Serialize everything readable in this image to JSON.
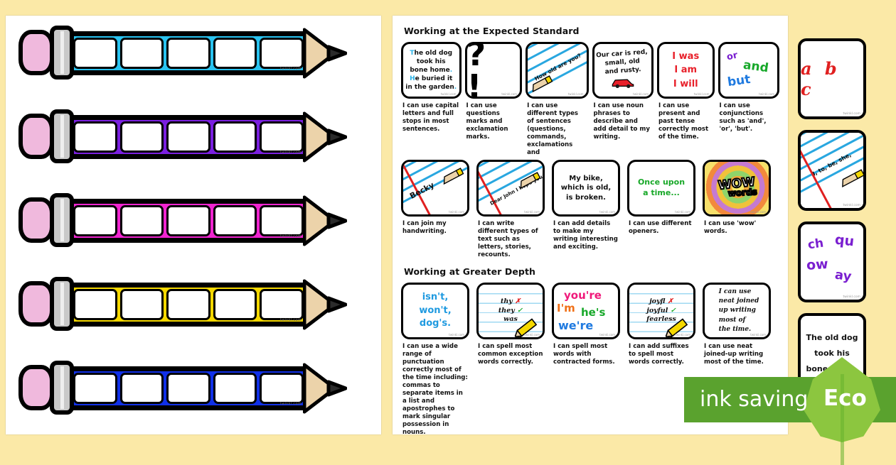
{
  "page": {
    "background_color": "#fbe9a7"
  },
  "pencil_sheet": {
    "name": "pencil-template-sheet",
    "watermark": "twinkl.com",
    "pencils": [
      {
        "color": "#29c3f0",
        "label": "cyan-pencil",
        "slots": 5
      },
      {
        "color": "#7a1fe0",
        "label": "purple-pencil",
        "slots": 5
      },
      {
        "color": "#f024d0",
        "label": "magenta-pencil",
        "slots": 5
      },
      {
        "color": "#f5d800",
        "label": "yellow-pencil",
        "slots": 5
      },
      {
        "color": "#1030e8",
        "label": "blue-pencil",
        "slots": 5
      }
    ],
    "eraser_color": "#f0b9dd",
    "ferrule_color": "#c9c9c9",
    "wood_color": "#ecd3aa",
    "lead_color": "#2b2b2b"
  },
  "checklist": {
    "watermark": "twinkl.com",
    "sections": [
      {
        "title": "Working at the Expected Standard",
        "rows": [
          [
            {
              "art": "sentence-capitals",
              "lines": [
                "The old dog",
                "took his",
                "bone home.",
                "He buried it",
                "in the garden."
              ],
              "caption": "I can use capital letters and full stops in most sentences."
            },
            {
              "art": "question-exclamation-marks",
              "glyphs": "? !",
              "caption": "I can use questions marks and exclamation marks."
            },
            {
              "art": "lined-paper-pencil",
              "slant_text": "How old are you?",
              "caption": "I can use different types of sentences (questions, commands, exclamations and"
            },
            {
              "art": "noun-phrase-car",
              "lines": [
                "Our car is red,",
                "small, old",
                "and rusty."
              ],
              "caption": "I can use noun phrases to describe and add detail to my writing."
            },
            {
              "art": "tense-red-words",
              "lines": [
                "I was",
                "I am",
                "I will"
              ],
              "caption": "I can use present and past tense correctly most of the time."
            },
            {
              "art": "conjunction-words",
              "words": [
                {
                  "text": "or",
                  "color": "#7a1fd0"
                },
                {
                  "text": "and",
                  "color": "#17a82a"
                },
                {
                  "text": "but",
                  "color": "#1f7ae0"
                }
              ],
              "caption": "I can use conjunctions such as 'and', 'or', 'but'."
            }
          ],
          [
            {
              "art": "handwriting-becky",
              "slant_text": "Becky",
              "caption": "I can join my handwriting."
            },
            {
              "art": "letter-dear-john",
              "slant_text": "Dear John I hope you",
              "caption": "I can write different types of text such as letters, stories, recounts."
            },
            {
              "art": "detail-sentence",
              "lines": [
                "My bike,",
                "which is old,",
                "is broken."
              ],
              "caption": "I can add details to make my writing interesting and exciting."
            },
            {
              "art": "opener-once-upon-a-time",
              "lines": [
                "Once upon",
                "a time..."
              ],
              "caption": "I can use different openers."
            },
            {
              "art": "wow-words-rainbow",
              "lines": [
                "WOW",
                "words"
              ],
              "caption": "I can use 'wow' words."
            }
          ]
        ]
      },
      {
        "title": "Working at Greater Depth",
        "rows": [
          [
            {
              "art": "contractions-blue",
              "lines": [
                "isn't,",
                "won't,",
                "dog's."
              ],
              "caption": "I can use a wide range of punctuation correctly most of the time including: commas to separate items in a list and apostrophes to mark singular possession in nouns."
            },
            {
              "art": "exception-words-marking",
              "lines": [
                "thy ✗",
                "they ✓",
                "was"
              ],
              "caption": "I can spell most common exception words correctly."
            },
            {
              "art": "contracted-forms-colored",
              "words": [
                {
                  "text": "you're",
                  "color": "#f0187a"
                },
                {
                  "text": "I'm",
                  "color": "#f07018"
                },
                {
                  "text": "he's",
                  "color": "#17a82a"
                },
                {
                  "text": "we're",
                  "color": "#1f7ae0"
                }
              ],
              "caption": "I can spell most words with contracted forms."
            },
            {
              "art": "suffixes-marking",
              "lines": [
                "joyfl ✗",
                "joyful ✓",
                "fearless"
              ],
              "caption": "I can add suffixes to spell most words correctly."
            },
            {
              "art": "joined-up-writing",
              "lines": [
                "I can use",
                "neat joined",
                "up writing",
                "most of",
                "the time."
              ],
              "caption": "I can use neat joined-up writing most of the time."
            }
          ]
        ]
      }
    ]
  },
  "side_cards": {
    "watermark": "twinkl.com",
    "cards": [
      {
        "art": "abc-red-cursive",
        "name": "abc-card",
        "text": "a b c"
      },
      {
        "art": "lined-paper-words",
        "name": "common-words-card",
        "slant_text": "I, to, be, she,"
      },
      {
        "art": "digraph-words",
        "name": "digraphs-card",
        "words": [
          {
            "text": "ch",
            "color": "#7a1fd0"
          },
          {
            "text": "qu",
            "color": "#7a1fd0"
          },
          {
            "text": "ow",
            "color": "#7a1fd0"
          },
          {
            "text": "ay",
            "color": "#7a1fd0"
          }
        ]
      },
      {
        "art": "sentence-card",
        "name": "old-dog-sentence-card",
        "lines": [
          "The old dog",
          "took his",
          "bone home."
        ]
      }
    ]
  },
  "eco_badge": {
    "text": "ink saving",
    "word": "Eco",
    "bar_color": "#5aa22e",
    "leaf_color": "#8cc63f"
  }
}
